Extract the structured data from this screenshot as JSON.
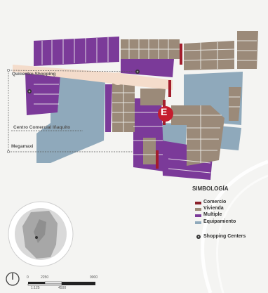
{
  "labels": {
    "quicentro": "Quicentro Shopping",
    "ihaquito": "Centro Comercial Iñaquito",
    "megamaxi": "Megamaxi",
    "marker_letter": "E"
  },
  "legend": {
    "title": "SIMBOLOGÍA",
    "items": [
      {
        "label": "Comercio",
        "color": "#8a1f2a"
      },
      {
        "label": "Vivienda",
        "color": "#9b8a79"
      },
      {
        "label": "Multiple",
        "color": "#7b3a99"
      },
      {
        "label": "Equipamiento",
        "color": "#8fa9bb"
      }
    ],
    "shopping_label": "Shopping Centers"
  },
  "scale": {
    "ticks_top": [
      "0",
      "2250",
      "9000"
    ],
    "ticks_bottom": [
      "1:125",
      "4500"
    ]
  },
  "colors": {
    "equipamiento": "#8fa9bb",
    "vivienda": "#9b8a79",
    "multiple": "#7b3a99",
    "comercio": "#a31d2c",
    "street": "#f4dccb",
    "marker": "#c51d2e"
  }
}
